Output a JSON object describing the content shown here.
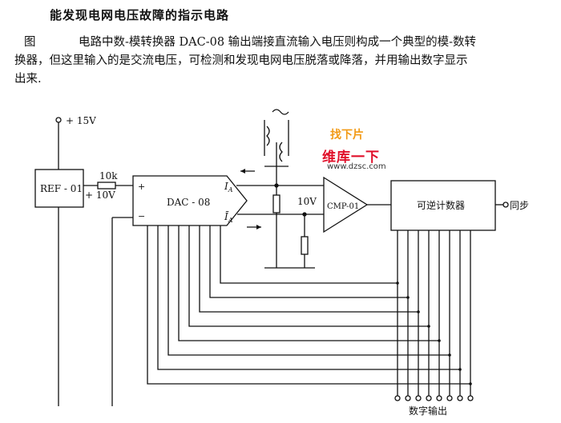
{
  "title": "能发现电网电压故障的指示电路",
  "paragraph": {
    "fig": "图",
    "line1": "电路中数-模转换器 DAC-08 输出端接直流输入电压则构成一个典型的模-数转",
    "line2": "换器，但这里输入的是交流电压，可检测和发现电网电压脱落或降落，并用输出数字显示",
    "line3": "出来."
  },
  "labels": {
    "supply": "+ 15V",
    "ref": "REF - 01",
    "resistor": "10k",
    "ref_out": "+ 10V",
    "dac": "DAC - 08",
    "plus": "+",
    "minus": "−",
    "ia": "I",
    "ia_sub": "A",
    "iabar": "Ī",
    "iabar_sub": "A",
    "v10": "10V",
    "cmp": "CMP-01",
    "counter": "可逆计数器",
    "sync": "同步",
    "digital_out": "数字输出"
  },
  "watermark": {
    "top": "找下片",
    "cn": "维库一下",
    "url": "www.dzsc.com"
  },
  "colors": {
    "line": "#111111",
    "watermark_red": "#e0102a",
    "watermark_orange": "#f29a16"
  }
}
